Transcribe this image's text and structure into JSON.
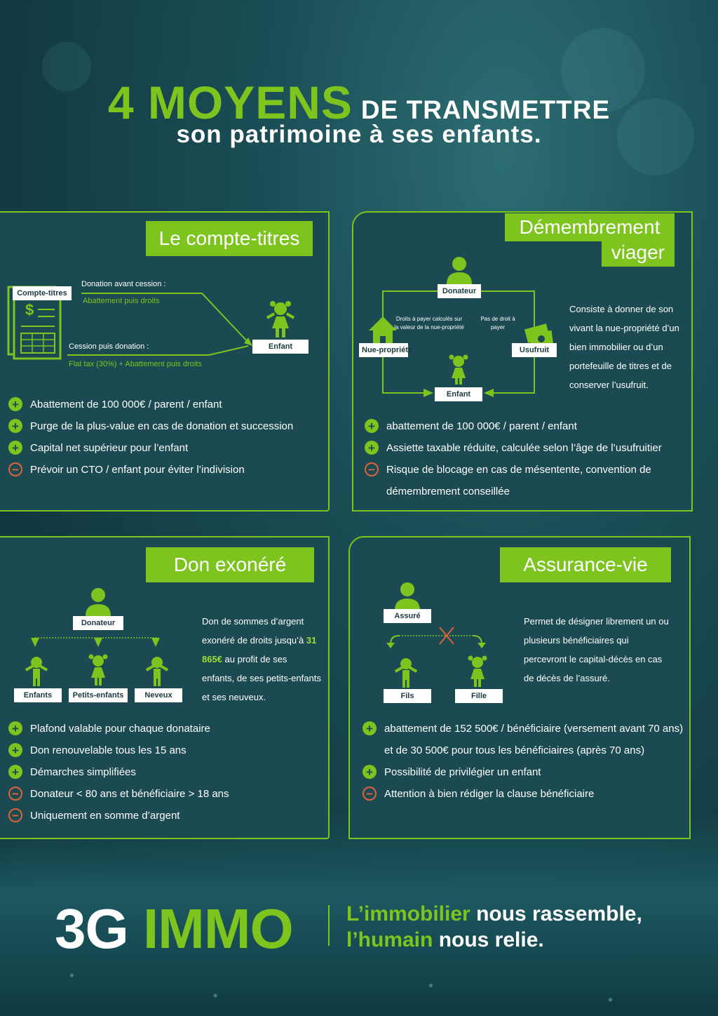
{
  "header": {
    "big": "4 MOYENS",
    "small": "DE TRANSMETTRE",
    "line2": "son patrimoine à ses enfants."
  },
  "colors": {
    "accent": "#7dc41f",
    "panel": "#1b4a52",
    "negative": "#e0613a"
  },
  "compte_titres": {
    "title": "Le compte-titres",
    "doc_label": "Compte-titres",
    "arrow1_label": "Donation avant cession :",
    "arrow1_sub": "Abattement puis droits",
    "arrow2_label": "Cession puis donation :",
    "arrow2_sub": "Flat tax (30%) + Abattement puis droits",
    "child_label": "Enfant",
    "items": [
      {
        "sign": "plus",
        "text": "Abattement de 100 000€ / parent / enfant"
      },
      {
        "sign": "plus",
        "text": "Purge de la plus-value en cas de donation et succession"
      },
      {
        "sign": "plus",
        "text": "Capital net supérieur pour l’enfant"
      },
      {
        "sign": "minus",
        "text": "Prévoir un CTO / enfant pour éviter l’indivision"
      }
    ]
  },
  "demembrement": {
    "title_line1": "Démembrement",
    "title_line2": "viager",
    "donateur": "Donateur",
    "nue": "Nue-propriété",
    "usufruit": "Usufruit",
    "enfant": "Enfant",
    "note_left": "Droits à payer calculés sur la valeur de la nue-propriété",
    "note_right": "Pas de droit à payer",
    "desc": "Consiste à donner de son vivant la nue-propriété d’un bien immobilier ou d’un portefeuille de titres et de conserver l’usufruit.",
    "items": [
      {
        "sign": "plus",
        "text": "abattement de 100 000€ / parent / enfant"
      },
      {
        "sign": "plus",
        "text": "Assiette taxable réduite, calculée selon l’âge de l’usufruitier"
      },
      {
        "sign": "minus",
        "text": "Risque de blocage en cas de mésentente, convention de démembrement conseillée"
      }
    ]
  },
  "don_exonere": {
    "title": "Don exonéré",
    "donateur": "Donateur",
    "beneficiaries": [
      "Enfants",
      "Petits-enfants",
      "Neveux"
    ],
    "desc_before": "Don de sommes d’argent exonéré de droits jusqu’à",
    "desc_amount": "31 865€",
    "desc_after": "au profit de ses enfants, de ses petits-enfants et ses neuveux.",
    "items": [
      {
        "sign": "plus",
        "text": "Plafond valable pour chaque donataire"
      },
      {
        "sign": "plus",
        "text": "Don renouvelable tous les 15 ans"
      },
      {
        "sign": "plus",
        "text": "Démarches simplifiées"
      },
      {
        "sign": "minus",
        "text": "Donateur < 80 ans et bénéficiaire > 18 ans"
      },
      {
        "sign": "minus",
        "text": "Uniquement en somme d’argent"
      }
    ]
  },
  "assurance_vie": {
    "title": "Assurance-vie",
    "assure": "Assuré",
    "fils": "Fils",
    "fille": "Fille",
    "desc": "Permet de désigner librement un ou plusieurs bénéficiaires qui percevront le capital-décès en cas de décès de l’assuré.",
    "items": [
      {
        "sign": "plus",
        "text": "abattement de 152 500€ / bénéficiaire (versement avant 70 ans) et de 30 500€ pour tous les bénéficiaires (après 70 ans)"
      },
      {
        "sign": "plus",
        "text": "Possibilité de privilégier un enfant"
      },
      {
        "sign": "minus",
        "text": "Attention à bien rédiger la clause bénéficiaire"
      }
    ]
  },
  "footer": {
    "brand_white": "3G",
    "brand_green": "IMMO",
    "slogan1_green": "L’immobilier",
    "slogan1_white": "nous rassemble,",
    "slogan2_green": "l’humain",
    "slogan2_white": "nous relie."
  }
}
